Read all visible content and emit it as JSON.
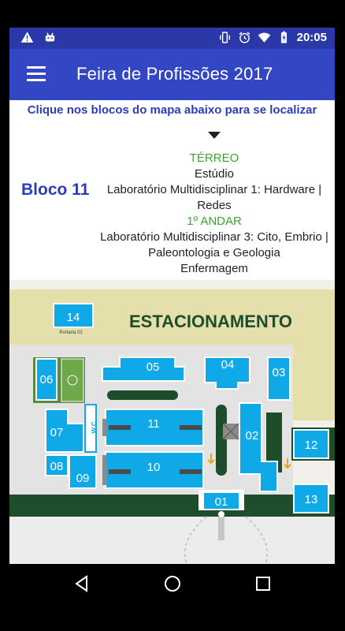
{
  "status_bar": {
    "time": "20:05",
    "left_icons": [
      "warning-icon",
      "android-icon"
    ],
    "right_icons": [
      "vibrate-icon",
      "alarm-icon",
      "wifi-icon",
      "battery-charging-icon"
    ]
  },
  "app_bar": {
    "title": "Feira de Profissões 2017",
    "menu_icon": "hamburger-menu-icon"
  },
  "info": {
    "hint": "Clique nos blocos do mapa abaixo para se localizar",
    "block_name": "Bloco 11",
    "floors": [
      {
        "title": "TÉRREO",
        "rooms": [
          "Estúdio",
          "Laboratório Multidisciplinar 1: Hardware | Redes"
        ]
      },
      {
        "title": "1º ANDAR",
        "rooms": [
          "Laboratório Multidisciplinar 3: Cito, Embrio | Paleontologia e Geologia",
          "Enfermagem"
        ]
      }
    ]
  },
  "map": {
    "parking_label": "ESTACIONAMENTO",
    "portaria_label": "Portaria 02",
    "wc_label": "W.C",
    "blocks": [
      "14",
      "06",
      "05",
      "04",
      "03",
      "07",
      "11",
      "02",
      "12",
      "08",
      "09",
      "10",
      "01",
      "13"
    ]
  },
  "colors": {
    "primary": "#3346c4",
    "primary_dark": "#2b38a8",
    "accent_blue": "#2b3eb8",
    "floor_green": "#3aa52c",
    "block_blue": "#10a9e8",
    "dark_green": "#1e4d2b",
    "sand": "#e5dfab"
  },
  "nav_bar": {
    "icons": [
      "back-icon",
      "home-icon",
      "recents-icon"
    ]
  }
}
